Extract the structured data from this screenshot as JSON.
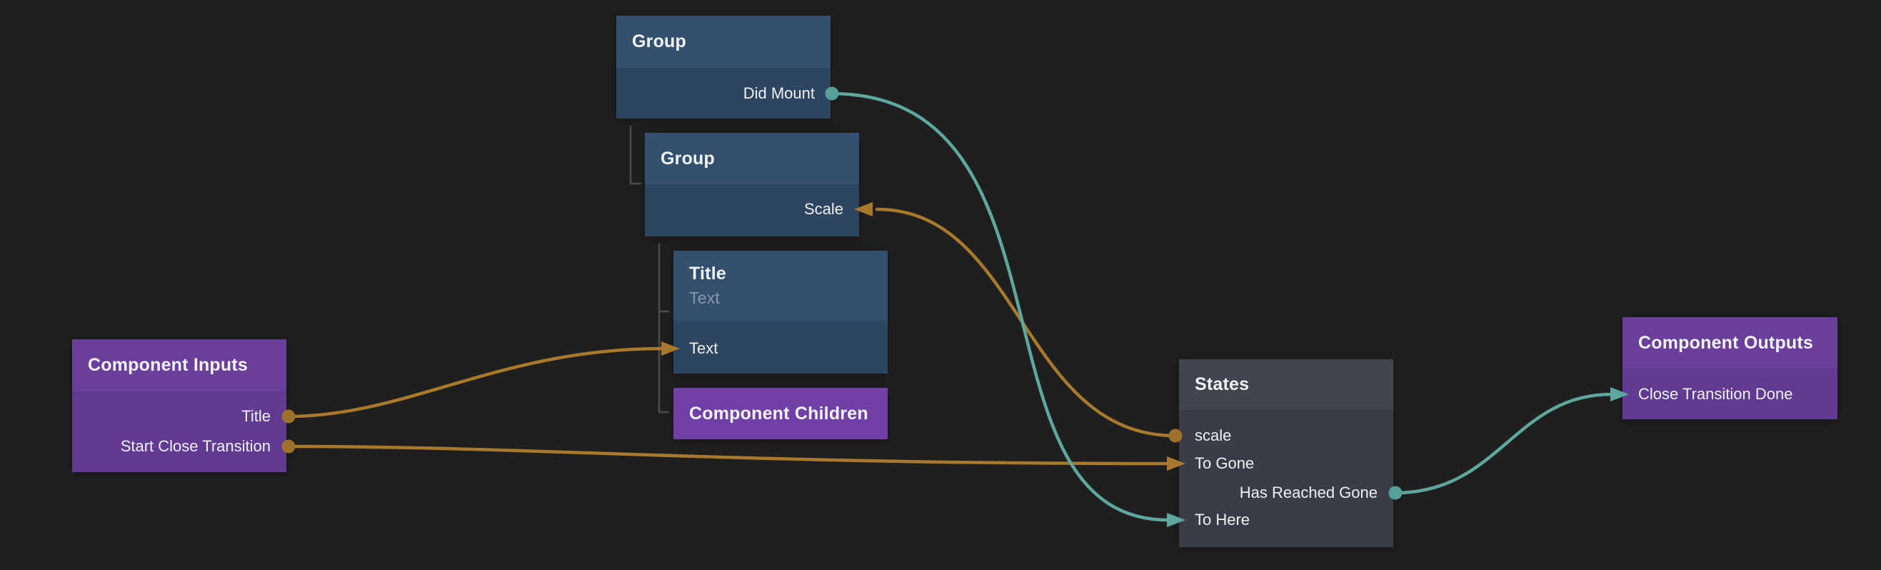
{
  "app": {
    "title": "Visual component node graph"
  },
  "colors": {
    "background": "#201f1f",
    "blue_node_header": "#33506f",
    "blue_node_body": "#2e4561",
    "purple_node_header": "#6a3e9b",
    "purple_node_body": "#613a92",
    "purple_children": "#7040a6",
    "gray_node_header": "#41454f",
    "gray_node_body": "#3a3d47",
    "edge_orange": "#a8792c",
    "dot_orange": "#9c722c",
    "edge_teal": "#5ea79f",
    "dot_teal": "#55a098",
    "hierarchy_line": "#4c4c4c",
    "title_text": "#f2f3f5",
    "port_text": "#eef0f2",
    "subtitle_text": "#8a96a8"
  },
  "nodes": {
    "group1": {
      "title": "Group",
      "ports": {
        "did_mount": {
          "label": "Did Mount",
          "kind": "output-dot"
        }
      }
    },
    "group2": {
      "title": "Group",
      "ports": {
        "scale": {
          "label": "Scale",
          "kind": "input-arrow"
        }
      }
    },
    "title_text": {
      "title": "Title",
      "type": "Text",
      "ports": {
        "text": {
          "label": "Text",
          "kind": "input-arrow"
        }
      }
    },
    "component_children": {
      "title": "Component Children"
    },
    "component_inputs": {
      "title": "Component Inputs",
      "ports": {
        "title": {
          "label": "Title",
          "kind": "output-dot"
        },
        "start_close_transition": {
          "label": "Start Close Transition",
          "kind": "output-dot"
        }
      }
    },
    "states": {
      "title": "States",
      "ports": {
        "scale": {
          "label": "scale",
          "kind": "output-dot"
        },
        "to_gone": {
          "label": "To Gone",
          "kind": "input-arrow"
        },
        "has_reached_gone": {
          "label": "Has Reached Gone",
          "kind": "output-dot"
        },
        "to_here": {
          "label": "To Here",
          "kind": "input-arrow"
        }
      }
    },
    "component_outputs": {
      "title": "Component Outputs",
      "ports": {
        "close_transition_done": {
          "label": "Close Transition Done",
          "kind": "input-arrow"
        }
      }
    }
  },
  "connections": [
    {
      "from": "Component Inputs.Title",
      "to": "Title.Text",
      "color": "orange"
    },
    {
      "from": "Component Inputs.Start Close Transition",
      "to": "States.To Gone",
      "color": "orange"
    },
    {
      "from": "States.scale",
      "to": "Group.Scale",
      "color": "orange"
    },
    {
      "from": "Group.Did Mount",
      "to": "States.To Here",
      "color": "teal"
    },
    {
      "from": "States.Has Reached Gone",
      "to": "Component Outputs.Close Transition Done",
      "color": "teal"
    }
  ],
  "hierarchy": [
    {
      "parent": "Group",
      "child": "Group"
    },
    {
      "parent": "Group",
      "child": "Title"
    },
    {
      "parent": "Group",
      "child": "Component Children"
    }
  ]
}
